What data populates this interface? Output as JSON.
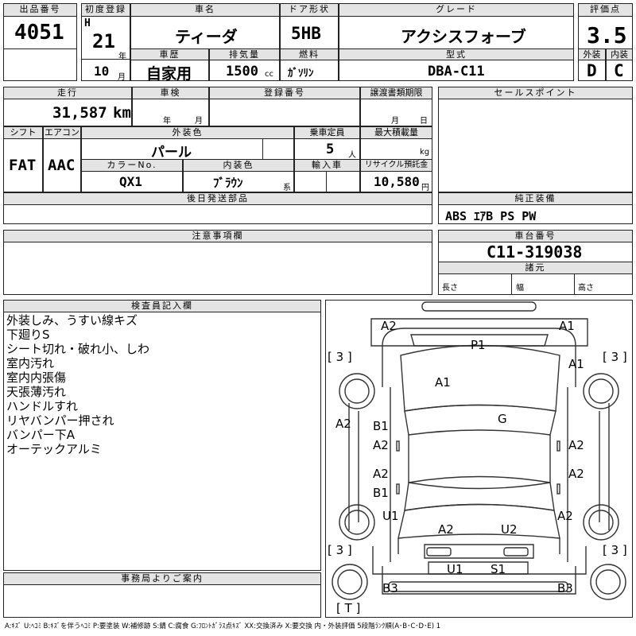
{
  "header": {
    "lot_label": "出品番号",
    "lot": "4051",
    "reg_label": "初度登録",
    "era": "H",
    "year": "21",
    "year_unit": "年",
    "month": "10",
    "month_unit": "月",
    "name_label": "車名",
    "name": "ティーダ",
    "door_label": "ドア形状",
    "door": "5HB",
    "grade_label": "グレード",
    "grade": "アクシスフォーブ",
    "score_label": "評価点",
    "score": "3.5",
    "history_label": "車歴",
    "history": "自家用",
    "disp_label": "排気量",
    "disp": "1500",
    "disp_unit": "cc",
    "fuel_label": "燃料",
    "fuel": "ｶﾞｿﾘﾝ",
    "model_label": "型式",
    "model": "DBA-C11",
    "ext_label": "外装",
    "ext": "D",
    "int_label": "内装",
    "int": "C"
  },
  "row2": {
    "mileage_label": "走行",
    "mileage": "31,587",
    "mileage_unit": "km",
    "inspect_label": "車検",
    "inspect_y": "年",
    "inspect_m": "月",
    "regno_label": "登録番号",
    "transfer_label": "譲渡書類期限",
    "transfer_m": "月",
    "transfer_d": "日",
    "sales_label": "セールスポイント",
    "shift_label": "シフト",
    "shift": "FAT",
    "ac_label": "エアコン",
    "ac": "AAC",
    "color_label": "外装色",
    "color": "パール",
    "seats_label": "乗車定員",
    "seats": "5",
    "seats_unit": "人",
    "load_label": "最大積載量",
    "load_unit": "kg",
    "colorno_label": "カラーNo.",
    "colorno": "QX1",
    "intcolor_label": "内装色",
    "intcolor": "ﾌﾞﾗｳﾝ",
    "intcolor_unit": "系",
    "import_label": "輸入車",
    "recycle_label": "リサイクル預託金",
    "recycle": "10,580",
    "recycle_unit": "円",
    "later_label": "後日発送部品",
    "equip_label": "純正装備",
    "equip": "ABS ｴｱB PS PW",
    "caution_label": "注意事項欄",
    "chassis_label": "車台番号",
    "chassis": "C11-319038",
    "spec_label": "諸元",
    "len": "長さ",
    "wid": "幅",
    "hei": "高さ"
  },
  "inspector": {
    "label": "検査員記入欄",
    "notes": [
      "外装しみ、うすい線キズ",
      "下廻りS",
      "シート切れ・破れ小、しわ",
      "室内汚れ",
      "室内内張傷",
      "天張薄汚れ",
      "ハンドルすれ",
      "リヤバンパー押され",
      "バンパー下A",
      "オーテックアルミ"
    ]
  },
  "office": {
    "label": "事務局よりご案内"
  },
  "diagram": {
    "marks": {
      "a2_fl": "A2",
      "a1_fr": "A1",
      "p1": "P1",
      "a1_roof": "A1",
      "a1_r": "A1",
      "g": "G",
      "a2_l": "A2",
      "b1_1": "B1",
      "a2_2": "A2",
      "a2_3": "A2",
      "a2_4": "A2",
      "b1_5": "B1",
      "u1_l": "U1",
      "a2_rl": "A2",
      "u2": "U2",
      "a2_rr": "A2",
      "u1_b": "U1",
      "s1": "S1",
      "b3_l": "B3",
      "b3_r": "B3",
      "a2_rd": "A2",
      "a2_ru": "A2"
    },
    "tires": {
      "fl": "[ 3 ]",
      "fr": "[ 3 ]",
      "rl": "[ 3 ]",
      "rr": "[ 3 ]",
      "spare": "[ T ]"
    }
  },
  "legend": "A:ｷｽﾞ U:ﾍｺﾐ B:ｷｽﾞを伴うﾍｺﾐ P:要塗装 W:補修跡 S:錆 C:腐食 G:ﾌﾛﾝﾄｶﾞﾗｽ点ｷｽﾞ XX:交換済み X:要交換 内・外装評価 5段階ﾗﾝｸ順(A･B･C･D･E) 1"
}
